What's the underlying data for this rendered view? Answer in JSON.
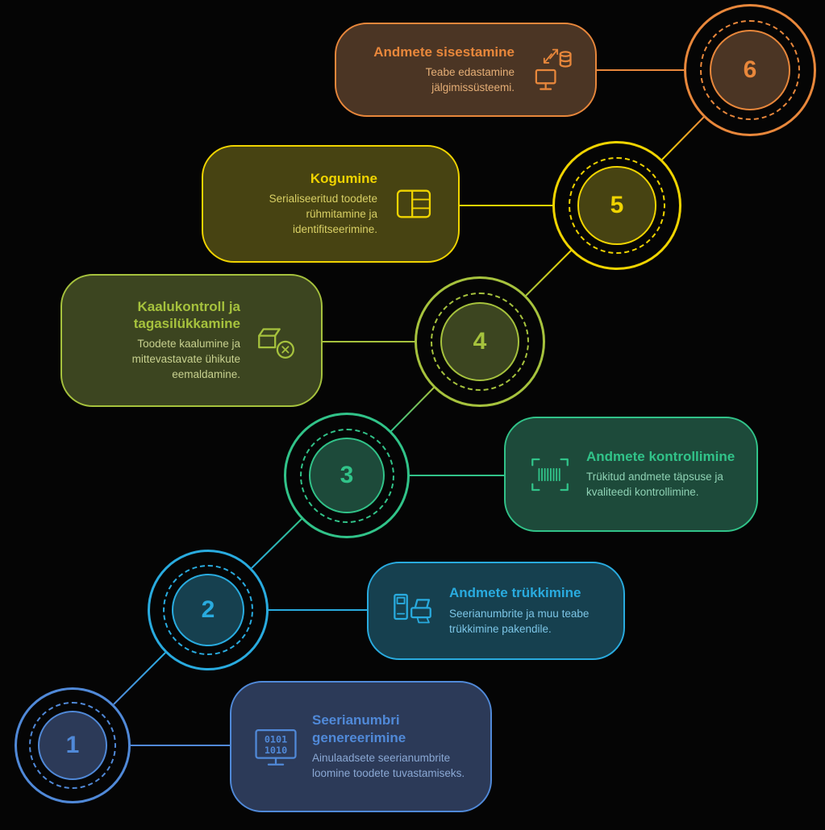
{
  "steps": [
    {
      "number": "1",
      "title": "Seerianumbri genereerimine",
      "description": "Ainulaadsete seerianumbrite loomine toodete tuvastamiseks.",
      "icon": "binary-monitor-icon",
      "icon_lines": [
        "0101",
        "1010"
      ],
      "accent": "#5089d8",
      "bg": "#2c3a58",
      "text_color": "#8aa8d4"
    },
    {
      "number": "2",
      "title": "Andmete trükkimine",
      "description": "Seerianumbrite ja muu teabe trükkimine pakendile.",
      "icon": "printer-icon",
      "accent": "#29abdf",
      "bg": "#16404f",
      "text_color": "#7cc5e6"
    },
    {
      "number": "3",
      "title": "Andmete kontrollimine",
      "description": "Trükitud andmete täpsuse ja kvaliteedi kontrollimine.",
      "icon": "barcode-scan-icon",
      "accent": "#31c389",
      "bg": "#1d4a3a",
      "text_color": "#8fd2b4"
    },
    {
      "number": "4",
      "title": "Kaalukontroll ja tagasilükkamine",
      "description": "Toodete kaalumine ja mittevastavate ühikute eemaldamine.",
      "icon": "weight-check-icon",
      "accent": "#a6c23d",
      "bg": "#3c4520",
      "text_color": "#c8d18f"
    },
    {
      "number": "5",
      "title": "Kogumine",
      "description": "Serialiseeritud toodete rühmitamine ja identifitseerimine.",
      "icon": "aggregation-icon",
      "accent": "#f0d400",
      "bg": "#474312",
      "text_color": "#d9d065"
    },
    {
      "number": "6",
      "title": "Andmete sisestamine",
      "description": "Teabe edastamine jälgimissüsteemi.",
      "icon": "data-transfer-icon",
      "accent": "#e8873b",
      "bg": "#4b3524",
      "text_color": "#e5ae76"
    }
  ]
}
